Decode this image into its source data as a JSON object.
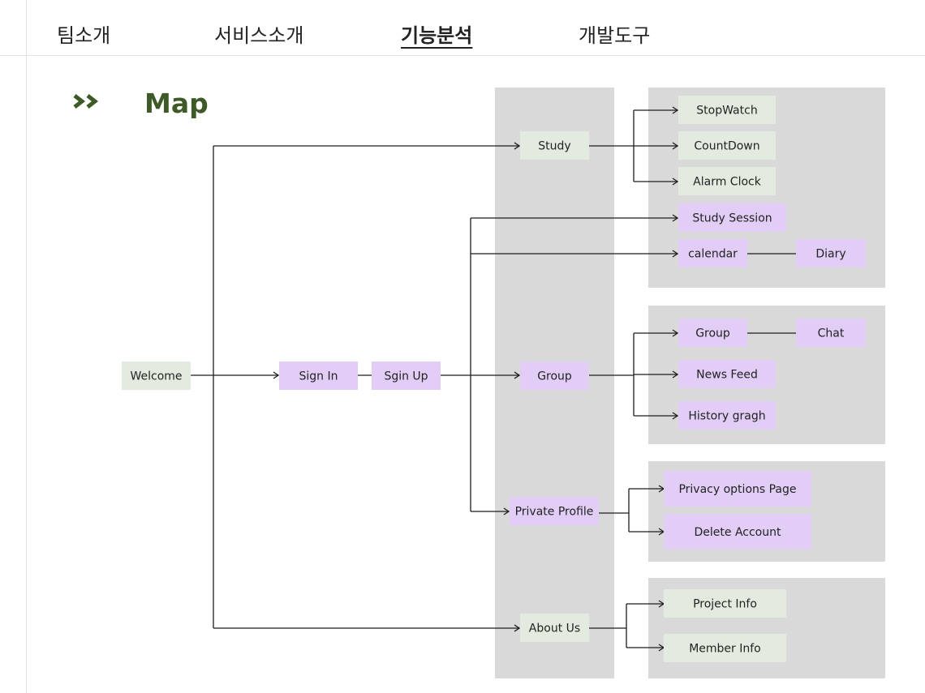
{
  "nav": {
    "items": [
      {
        "label": "팀소개",
        "active": false
      },
      {
        "label": "서비스소개",
        "active": false
      },
      {
        "label": "기능분석",
        "active": true
      },
      {
        "label": "개발도구",
        "active": false
      }
    ]
  },
  "section": {
    "icon": "double-chevron-right-icon",
    "title": "Map"
  },
  "colors": {
    "accent": "#3d5a27",
    "green_box": "#e3ebe0",
    "purple_box": "#e2cdf6",
    "panel": "#d9d9d9",
    "line": "#1d1d1d"
  },
  "diagram": {
    "nodes": {
      "welcome": "Welcome",
      "sign_in": "Sign In",
      "sign_up": "Sgin Up",
      "study": "Study",
      "group": "Group",
      "private_profile": "Private Profile",
      "about_us": "About Us",
      "stopwatch": "StopWatch",
      "countdown": "CountDown",
      "alarm_clock": "Alarm Clock",
      "study_session": "Study Session",
      "calendar": "calendar",
      "diary": "Diary",
      "group_sub": "Group",
      "chat": "Chat",
      "news_feed": "News Feed",
      "history_graph": "History gragh",
      "privacy_options": "Privacy options Page",
      "delete_account": "Delete Account",
      "project_info": "Project Info",
      "member_info": "Member Info"
    }
  }
}
